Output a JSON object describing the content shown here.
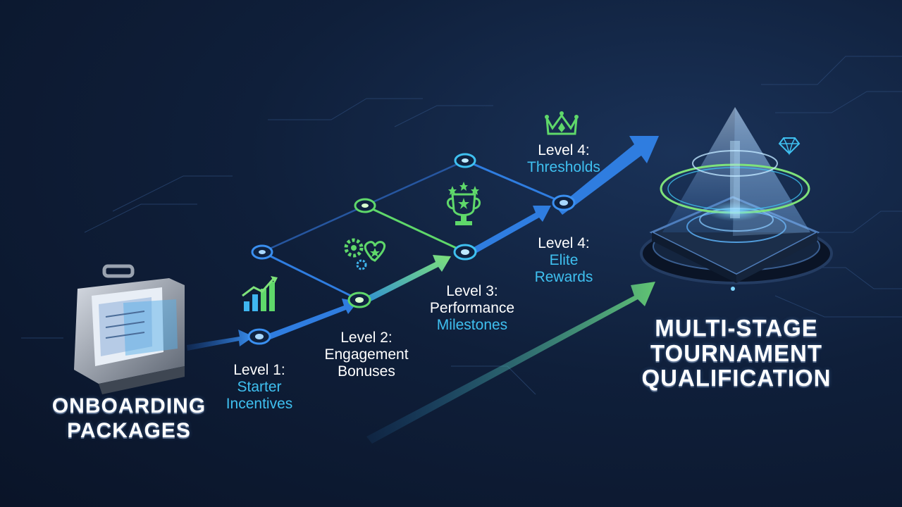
{
  "start": {
    "line1": "ONBOARDING",
    "line2": "PACKAGES"
  },
  "levels": [
    {
      "title": "Level 1:",
      "line1": "Starter",
      "line2": "Incentives",
      "icon": "growth-chart-icon"
    },
    {
      "title": "Level 2:",
      "line1": "Engagement",
      "line2": "Bonuses",
      "icon": "gear-heart-icon"
    },
    {
      "title": "Level 3:",
      "line1": "Performance",
      "line2": "Milestones",
      "icon": "trophy-icon"
    },
    {
      "title": "Level 4:",
      "line1": "Elite",
      "line2": "Rewards"
    },
    {
      "title": "Level 4:",
      "line1": "Thresholds",
      "icon": "crown-icon"
    }
  ],
  "goal": {
    "line1": "MULTI-STAGE",
    "line2": "TOURNAMENT",
    "line3": "QUALIFICATION",
    "icon": "diamond-icon"
  },
  "colors": {
    "background": "#0f1f3a",
    "accent_cyan": "#3fc0f0",
    "accent_green": "#6fe07a",
    "arrow_blue": "#2f7de0",
    "node_blue": "#2b7fe0",
    "node_green": "#5fd86a"
  }
}
